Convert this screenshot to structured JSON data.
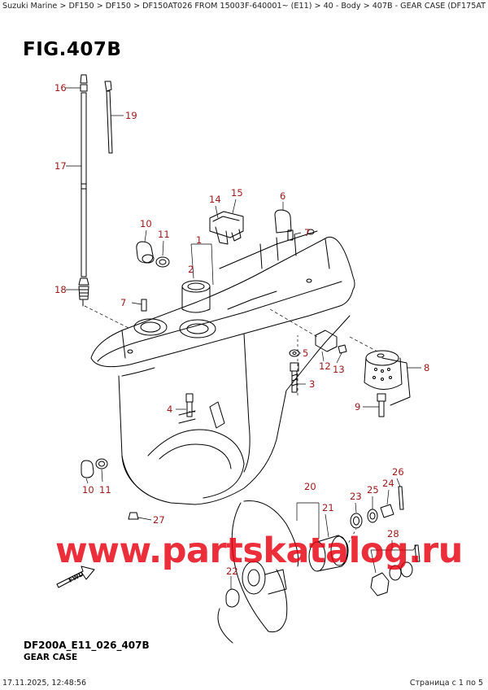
{
  "breadcrumb": "Suzuki Marine > DF150 > DF150 > DF150AT026 FROM 15003F-640001~ (E11) > 40 - Body > 407B - GEAR CASE (DF175AT,DF150AT)",
  "figure": {
    "title": "FIG.407B",
    "code": "DF200A_E11_026_407B",
    "caption": "GEAR CASE"
  },
  "watermark": "www.partskatalog.ru",
  "fwd_label": "FWD",
  "footer": {
    "timestamp": "17.11.2025, 12:48:56",
    "pagination": "Страница с 1 по 5"
  },
  "callouts": {
    "c16": "16",
    "c19": "19",
    "c17": "17",
    "c18": "18",
    "c14": "14",
    "c15": "15",
    "c6": "6",
    "c10a": "10",
    "c11a": "11",
    "c1": "1",
    "c2": "2",
    "c7a": "7",
    "c7b": "7",
    "c5": "5",
    "c12": "12",
    "c13": "13",
    "c3": "3",
    "c8": "8",
    "c9": "9",
    "c4": "4",
    "c10b": "10",
    "c11b": "11",
    "c20": "20",
    "c21": "21",
    "c23": "23",
    "c25": "25",
    "c24": "24",
    "c26": "26",
    "c27": "27",
    "c28": "28",
    "c22": "22"
  },
  "colors": {
    "callout": "#a01818",
    "watermark": "#e8000f",
    "line": "#000000"
  }
}
